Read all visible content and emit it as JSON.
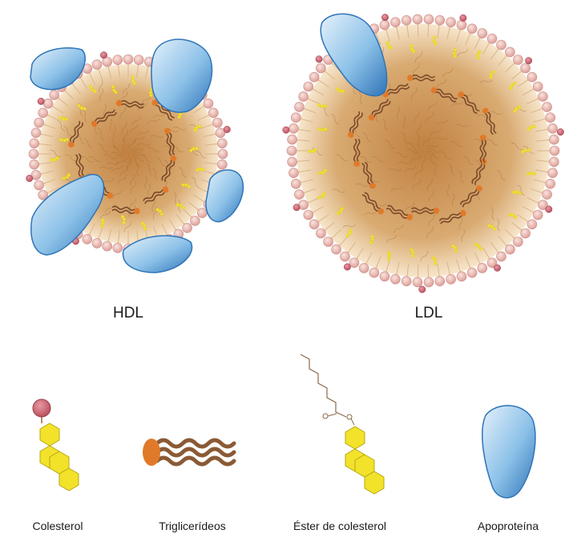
{
  "particles": {
    "hdl": {
      "label": "HDL"
    },
    "ldl": {
      "label": "LDL"
    }
  },
  "legend": {
    "cholesterol": "Colesterol",
    "triglycerides": "Triglicerídeos",
    "cholesteryl_ester": "Éster de colesterol",
    "apoprotein": "Apoproteína"
  },
  "colors": {
    "core": "#c8924f",
    "core_light": "#f2ddb8",
    "phospholipid_head": "#efc3bc",
    "cholesterol_head": "#cf6a77",
    "sterol_ring": "#f2e22a",
    "fatty_chain": "#8a5a35",
    "glycerol": "#e07a2a",
    "apoprotein": "#6faedd",
    "apoprotein_edge": "#2f74b8"
  }
}
